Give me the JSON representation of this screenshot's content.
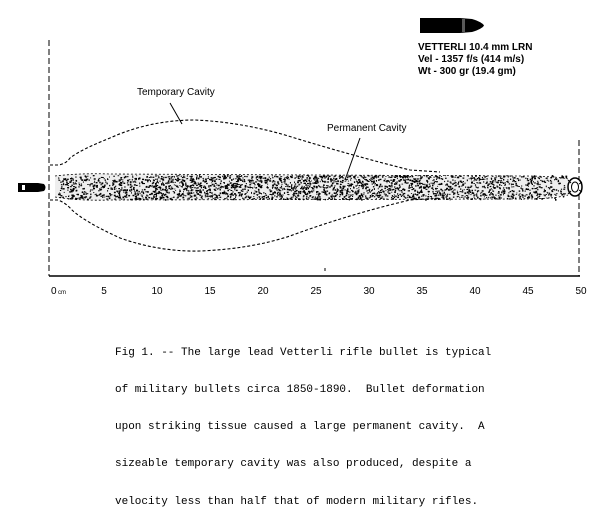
{
  "bullet": {
    "name": "VETTERLI 10.4 mm LRN",
    "velocity": "Vel - 1357 f/s  (414 m/s)",
    "weight": "Wt - 300 gr  (19.4 gm)"
  },
  "labels": {
    "temporary_cavity": "Temporary Cavity",
    "permanent_cavity": "Permanent Cavity"
  },
  "axis": {
    "unit": "cm",
    "ticks": [
      "0",
      "5",
      "10",
      "15",
      "20",
      "25",
      "30",
      "35",
      "40",
      "45",
      "50"
    ]
  },
  "caption": {
    "lines": [
      "Fig 1. -- The large lead Vetterli rifle bullet is typical",
      "of military bullets circa 1850-1890.  Bullet deformation",
      "upon striking tissue caused a large permanent cavity.  A",
      "sizeable temporary cavity was also produced, despite a",
      "velocity less than half that of modern military rifles."
    ]
  }
}
